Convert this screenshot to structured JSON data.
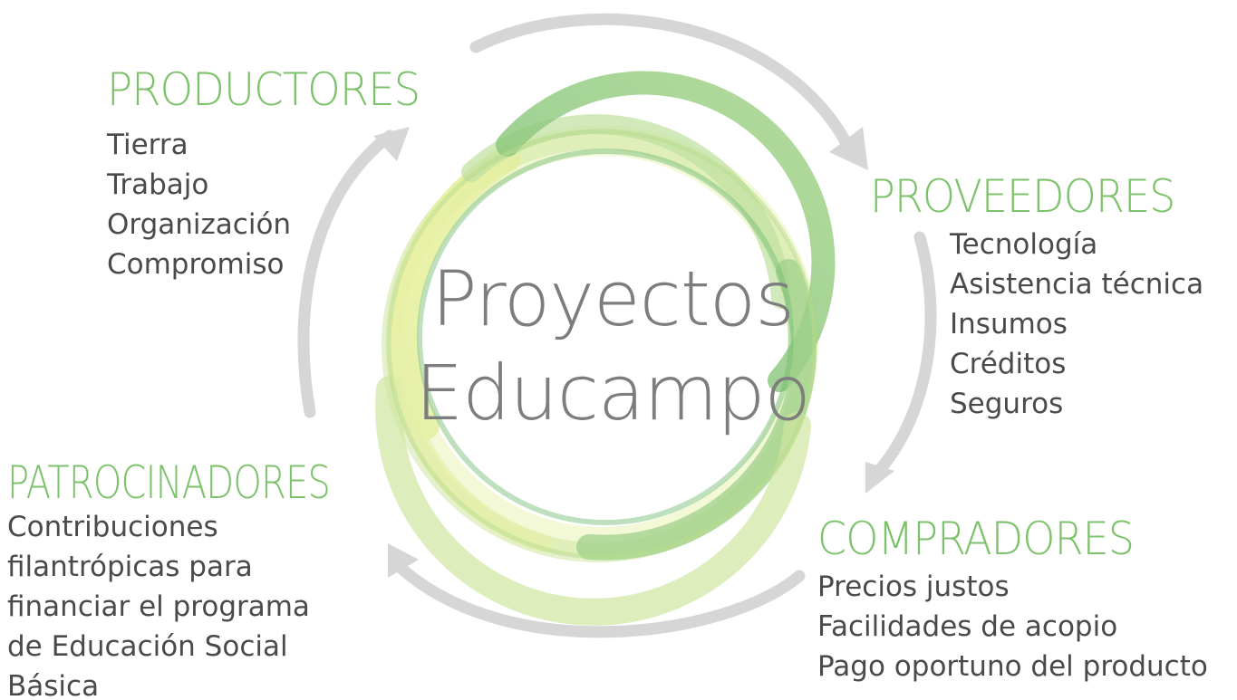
{
  "center": {
    "line1": "Proyectos",
    "line2": "Educampo"
  },
  "colors": {
    "heading": "#7cc26a",
    "body_text": "#4a4a4a",
    "center_text": "#7d7d7d",
    "arrows": "#d6d6d6",
    "ring_dark_green": "#6fba72",
    "ring_light_green": "#b7dc8e",
    "ring_yellow": "#e6ef9a"
  },
  "groups": [
    {
      "id": "productores",
      "title": "PRODUCTORES",
      "items": [
        "Tierra",
        "Trabajo",
        "Organización",
        "Compromiso"
      ]
    },
    {
      "id": "proveedores",
      "title": "PROVEEDORES",
      "items": [
        "Tecnología",
        "Asistencia técnica",
        "Insumos",
        "Créditos",
        "Seguros"
      ]
    },
    {
      "id": "compradores",
      "title": "COMPRADORES",
      "items": [
        "Precios justos",
        "Facilidades de acopio",
        "Pago oportuno del producto"
      ]
    },
    {
      "id": "patrocinadores",
      "title": "PATROCINADORES",
      "items": [
        "Contribuciones",
        "filantrópicas para",
        "financiar el programa",
        "de Educación Social",
        "Básica"
      ]
    }
  ],
  "arrows": [
    {
      "from": "productores",
      "to": "proveedores",
      "icon": "curved-arrow-icon"
    },
    {
      "from": "proveedores",
      "to": "compradores",
      "icon": "curved-arrow-icon"
    },
    {
      "from": "compradores",
      "to": "patrocinadores",
      "icon": "curved-arrow-icon"
    },
    {
      "from": "patrocinadores",
      "to": "productores",
      "icon": "curved-arrow-icon"
    }
  ]
}
